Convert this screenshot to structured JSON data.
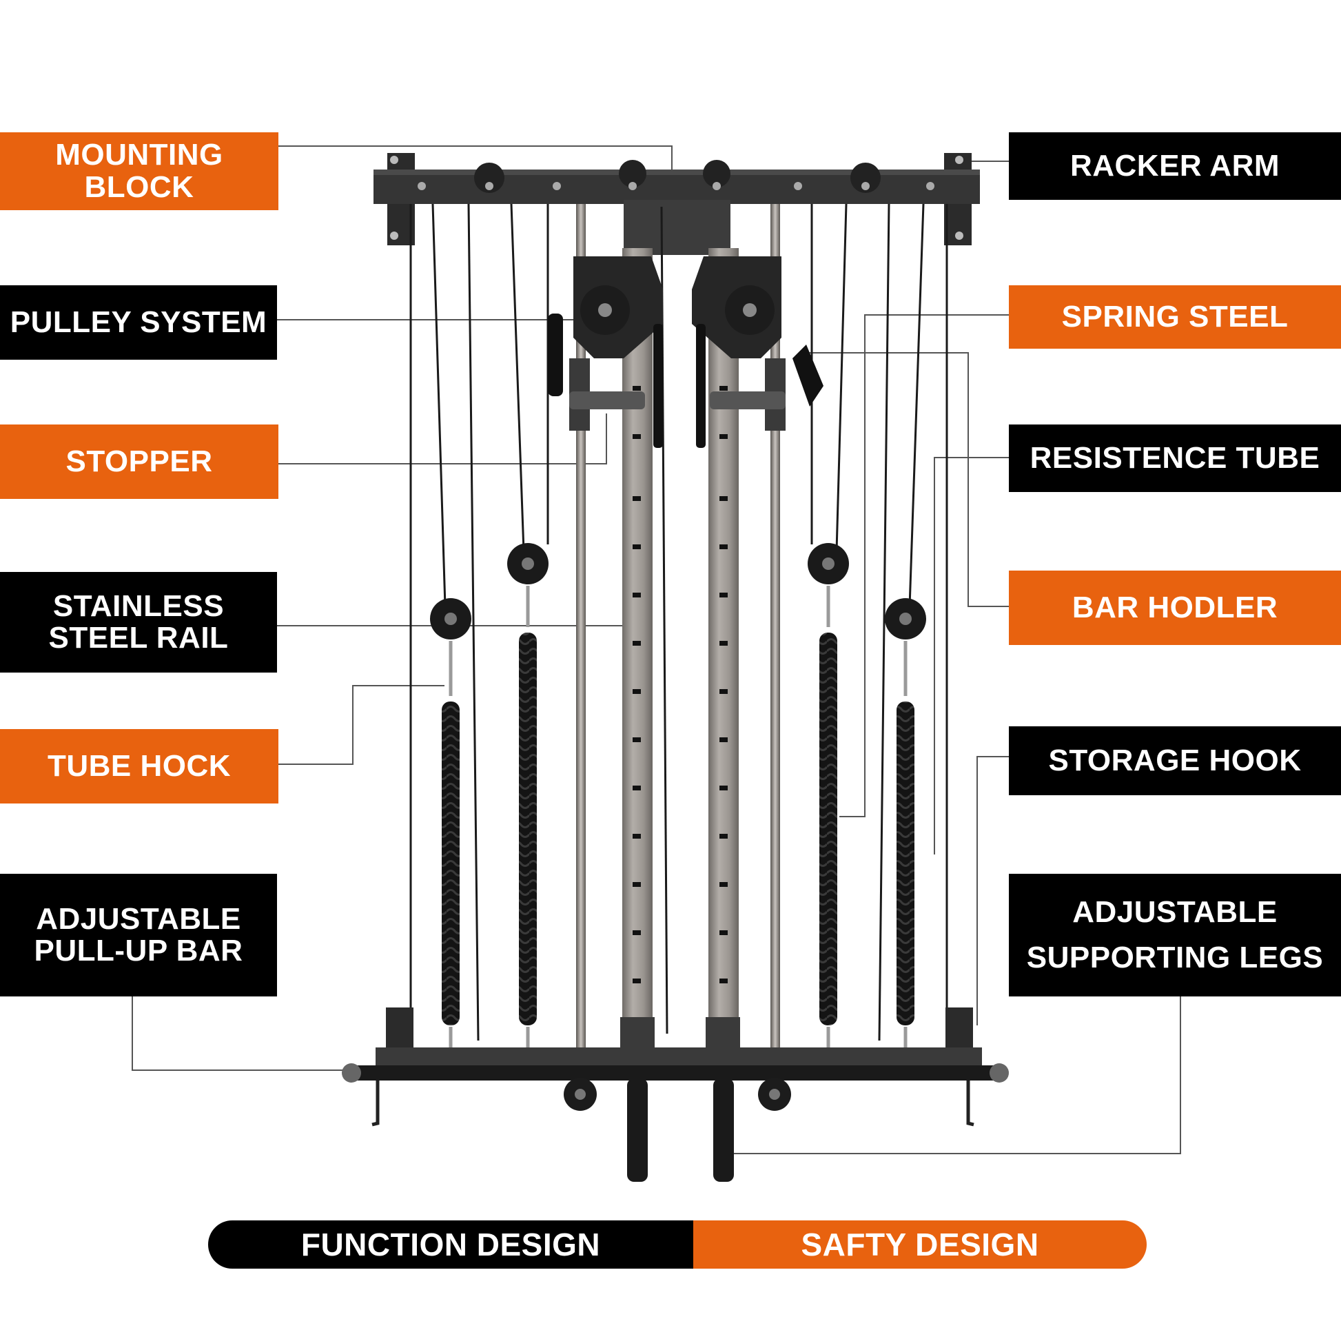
{
  "left_labels": [
    {
      "id": "mounting-block",
      "text": "MOUNTING\nBLOCK",
      "style": "orange"
    },
    {
      "id": "pulley-system",
      "text": "PULLEY SYSTEM",
      "style": "black"
    },
    {
      "id": "stopper",
      "text": "STOPPER",
      "style": "orange"
    },
    {
      "id": "stainless-steel-rail",
      "text": "STAINLESS\nSTEEL RAIL",
      "style": "black"
    },
    {
      "id": "tube-hock",
      "text": "TUBE  HOCK",
      "style": "orange"
    },
    {
      "id": "adjustable-pull-up-bar",
      "text": "ADJUSTABLE\nPULL-UP BAR",
      "style": "black"
    }
  ],
  "right_labels": [
    {
      "id": "racker-arm",
      "text": "RACKER ARM",
      "style": "black"
    },
    {
      "id": "spring-steel",
      "text": "SPRING STEEL",
      "style": "orange"
    },
    {
      "id": "resistence-tube",
      "text": "RESISTENCE TUBE",
      "style": "black"
    },
    {
      "id": "bar-hodler",
      "text": "BAR HODLER",
      "style": "orange"
    },
    {
      "id": "storage-hook",
      "text": "STORAGE  HOOK",
      "style": "black"
    },
    {
      "id": "adjustable-supporting-legs",
      "text": "ADJUSTABLE\nSUPPORTING LEGS",
      "style": "black"
    }
  ],
  "footer": {
    "function_label": "FUNCTION DESIGN",
    "safety_label": "SAFTY DESIGN"
  },
  "colors": {
    "accent": "#e8620f",
    "dark": "#000000",
    "frame": "#2e2e2e",
    "rail": "#8e8a86",
    "leader_line": "#555555"
  }
}
